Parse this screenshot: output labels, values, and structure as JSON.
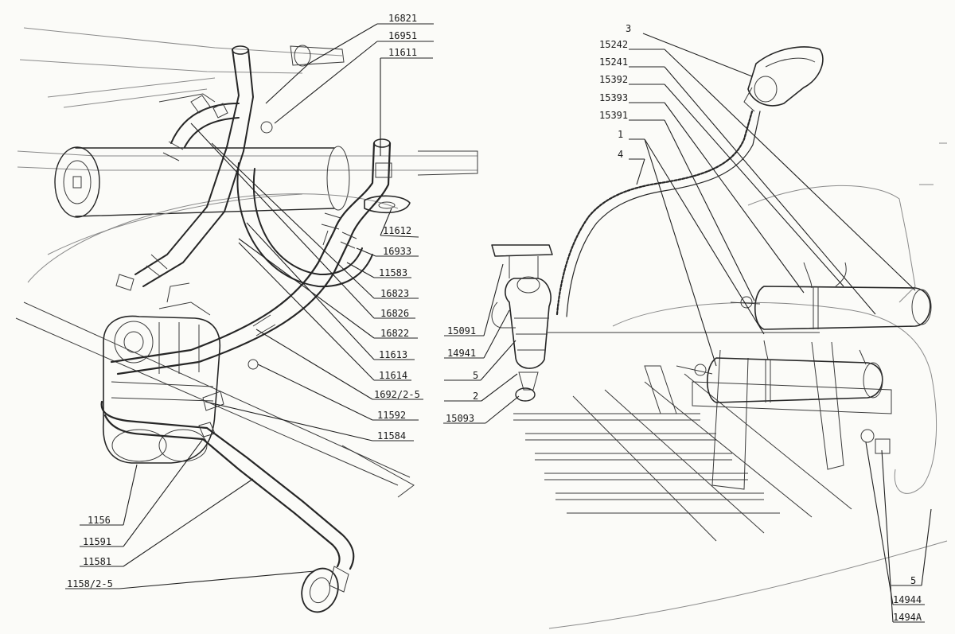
{
  "labels": {
    "l16821": "16821",
    "l16951": "16951",
    "l11611": "11611",
    "l11612": "11612",
    "l16933": "16933",
    "l11583": "11583",
    "l16823": "16823",
    "l16826": "16826",
    "l16822": "16822",
    "l11613": "11613",
    "l11614": "11614",
    "l1692": "1692/2-5",
    "l11592": "11592",
    "l11584": "11584",
    "l1156": "1156",
    "l11591": "11591",
    "l11581": "11581",
    "l1158": "1158/2-5",
    "r3": "3",
    "r15242": "15242",
    "r15241": "15241",
    "r15392": "15392",
    "r15393": "15393",
    "r15391": "15391",
    "r1": "1",
    "r4": "4",
    "r15091": "15091",
    "r14941": "14941",
    "r5a": "5",
    "r2": "2",
    "r15093": "15093",
    "r5b": "5",
    "r14944": "14944",
    "r1494A": "1494A"
  }
}
